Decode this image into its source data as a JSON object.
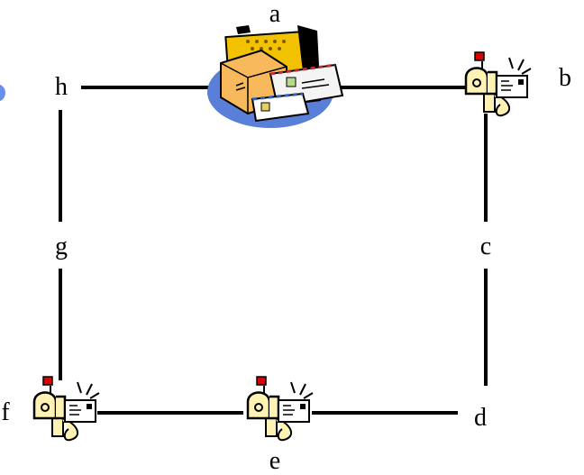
{
  "diagram": {
    "nodes": [
      {
        "id": "a",
        "label": "a",
        "icon": "post-office-parcels-icon"
      },
      {
        "id": "b",
        "label": "b",
        "icon": "mailbox-icon"
      },
      {
        "id": "c",
        "label": "c",
        "icon": ""
      },
      {
        "id": "d",
        "label": "d",
        "icon": ""
      },
      {
        "id": "e",
        "label": "e",
        "icon": "mailbox-icon"
      },
      {
        "id": "f",
        "label": "f",
        "icon": "mailbox-icon"
      },
      {
        "id": "g",
        "label": "g",
        "icon": ""
      },
      {
        "id": "h",
        "label": "h",
        "icon": ""
      }
    ],
    "edges": [
      [
        "h",
        "a"
      ],
      [
        "a",
        "b"
      ],
      [
        "b",
        "c"
      ],
      [
        "c",
        "d"
      ],
      [
        "d",
        "e"
      ],
      [
        "e",
        "f"
      ],
      [
        "f",
        "g"
      ],
      [
        "g",
        "h"
      ]
    ],
    "colors": {
      "line": "#000000",
      "mailbox_body": "#FFF2B3",
      "mailbox_flag": "#E00000",
      "envelope": "#FFFFFF",
      "parcel_blob": "#5A7FD8",
      "parcel_box": "#F7B95C",
      "parcel_back": "#F2C200",
      "accent_dot": "#6B8EEA"
    }
  }
}
